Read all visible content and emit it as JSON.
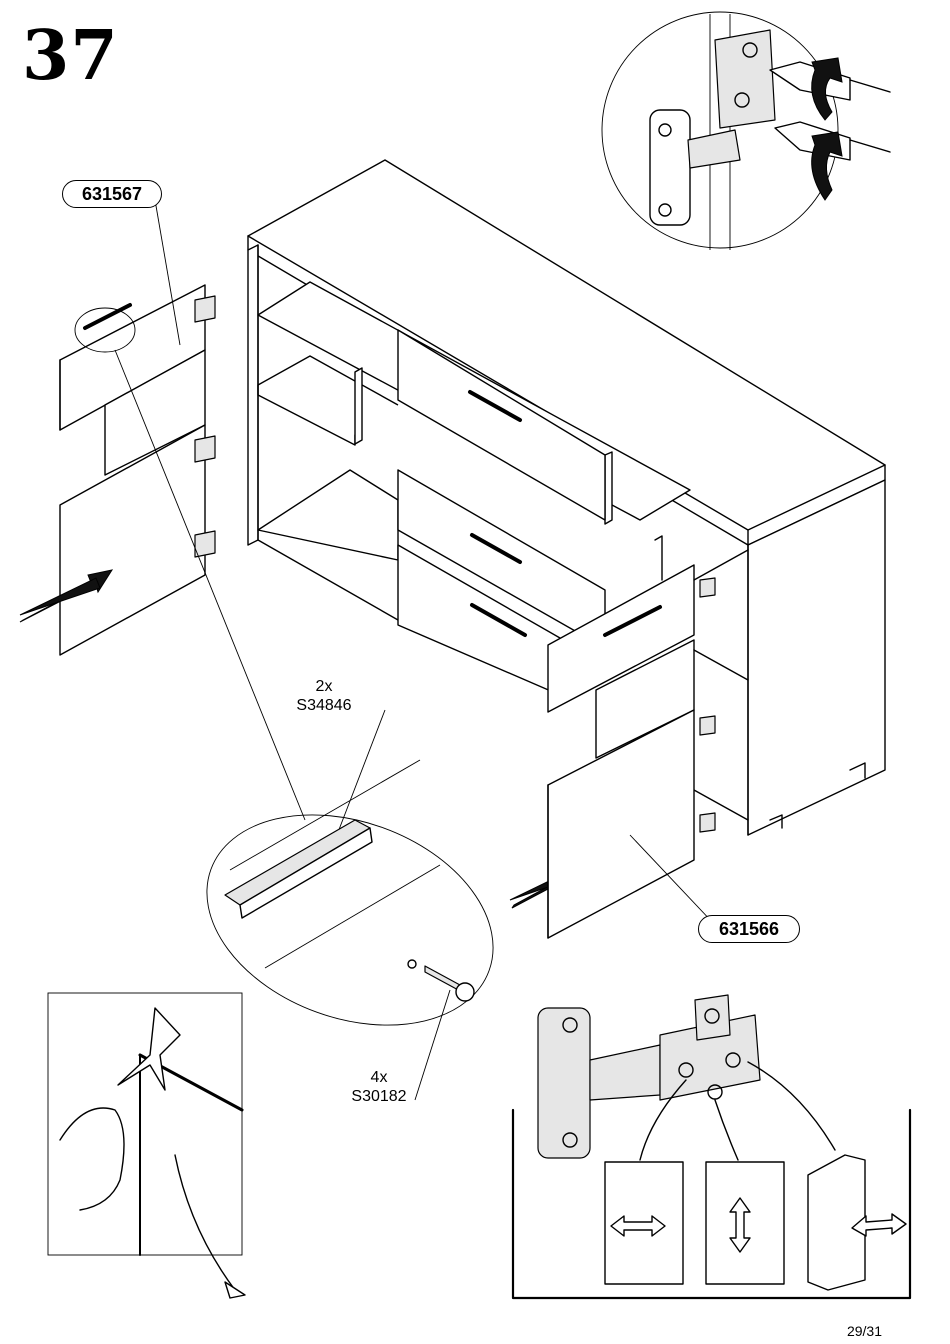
{
  "step_number": "37",
  "part_tags": {
    "left_door": "631567",
    "right_door": "631566"
  },
  "hardware": {
    "handle_screw": {
      "quantity": "2x",
      "code": "S34846"
    },
    "screw": {
      "quantity": "4x",
      "code": "S30182"
    }
  },
  "page_number": "29/31",
  "icons": [
    "insert-arrow-icon",
    "rotate-arrow-icon",
    "screwdriver-icon",
    "adjust-horizontal-arrow-icon",
    "adjust-vertical-arrow-icon",
    "adjust-depth-arrow-icon"
  ]
}
